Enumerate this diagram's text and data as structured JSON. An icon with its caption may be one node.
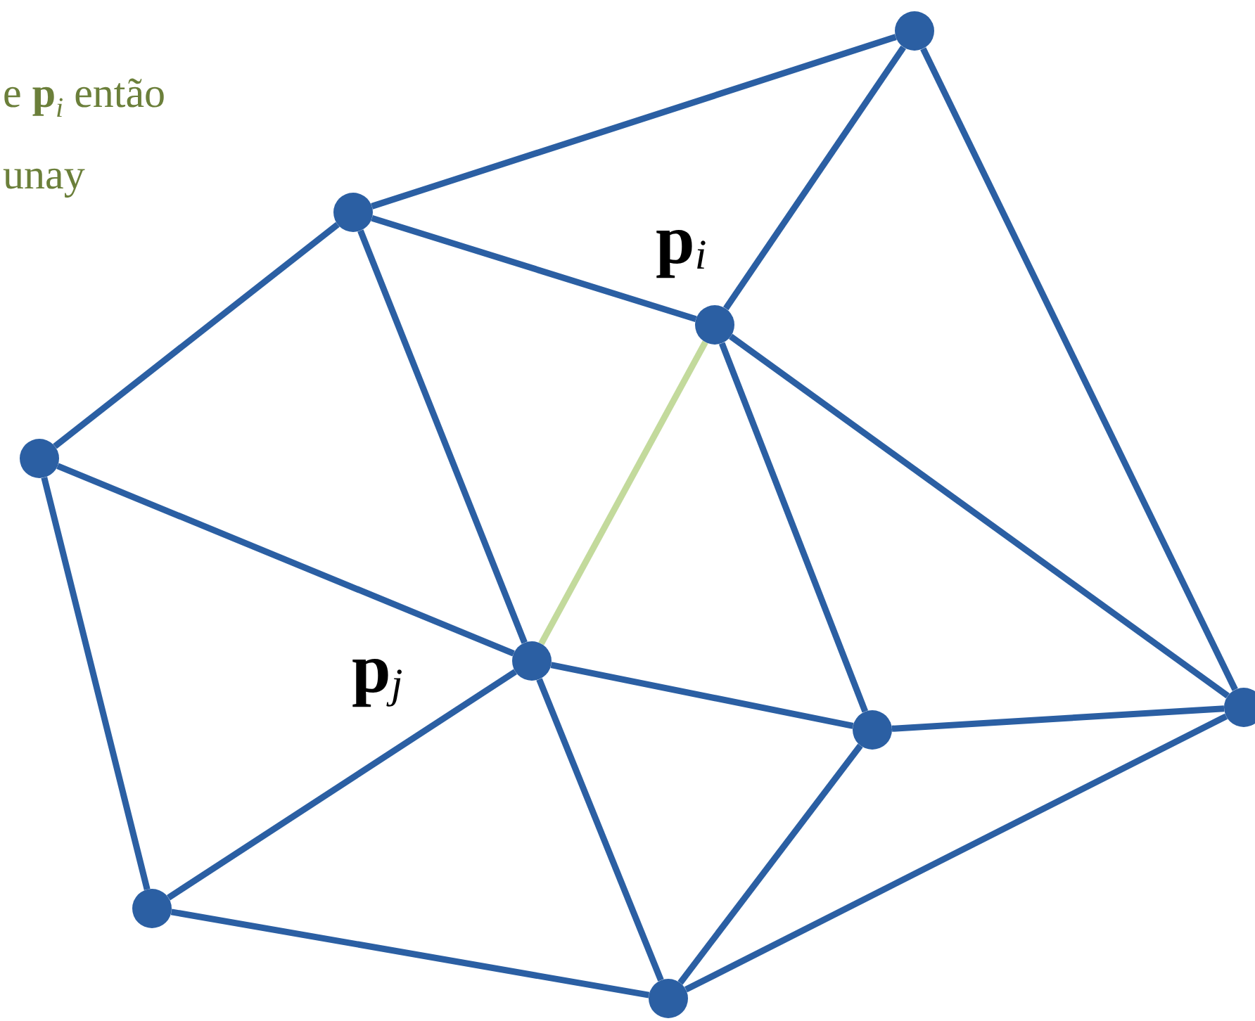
{
  "diagram": {
    "nodes": [
      {
        "text": [],
        "shape": "circle"
      },
      {
        "text": [],
        "shape": "circle"
      },
      {
        "text": [],
        "shape": "circle",
        "beside": [
          "**p**$_{i}$"
        ]
      },
      {
        "text": [],
        "shape": "circle"
      },
      {
        "text": [],
        "shape": "circle",
        "beside": [
          "**p**$_{j}$"
        ]
      },
      {
        "text": [],
        "shape": "circle"
      },
      {
        "text": [],
        "shape": "circle"
      },
      {
        "text": [],
        "shape": "circle"
      },
      {
        "text": [],
        "shape": "circle"
      }
    ],
    "edges": [
      {
        "from": 0,
        "to": 1,
        "arrow": "none"
      },
      {
        "from": 0,
        "to": 2,
        "arrow": "none"
      },
      {
        "from": 0,
        "to": 5,
        "arrow": "none"
      },
      {
        "from": 1,
        "to": 2,
        "arrow": "none"
      },
      {
        "from": 1,
        "to": 3,
        "arrow": "none"
      },
      {
        "from": 1,
        "to": 4,
        "arrow": "none"
      },
      {
        "from": 3,
        "to": 4,
        "arrow": "none"
      },
      {
        "from": 3,
        "to": 7,
        "arrow": "none"
      },
      {
        "from": 2,
        "to": 4,
        "arrow": "none",
        "color": "#c3da9c"
      },
      {
        "from": 2,
        "to": 6,
        "arrow": "none"
      },
      {
        "from": 2,
        "to": 5,
        "arrow": "none"
      },
      {
        "from": 4,
        "to": 6,
        "arrow": "none"
      },
      {
        "from": 4,
        "to": 7,
        "arrow": "none"
      },
      {
        "from": 4,
        "to": 8,
        "arrow": "none"
      },
      {
        "from": 6,
        "to": 5,
        "arrow": "none"
      },
      {
        "from": 6,
        "to": 8,
        "arrow": "none"
      },
      {
        "from": 7,
        "to": 8,
        "arrow": "none"
      },
      {
        "from": 8,
        "to": 5,
        "arrow": "none"
      }
    ],
    "labels": [
      "e **p**$_{i}$ então",
      "unay"
    ]
  }
}
